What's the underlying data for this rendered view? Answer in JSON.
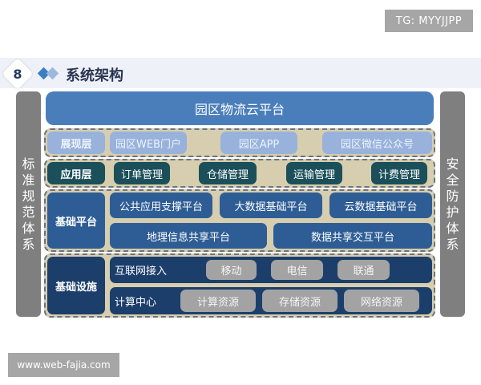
{
  "watermarks": {
    "top_right": "TG: MYYJJPP",
    "bottom_left": "www.web-fajia.com"
  },
  "header": {
    "number": "8",
    "title": "系统架构",
    "icon": "double-diamond-icon"
  },
  "sides": {
    "left": [
      "标",
      "准",
      "规",
      "范",
      "体",
      "系"
    ],
    "right": [
      "安",
      "全",
      "防",
      "护",
      "体",
      "系"
    ]
  },
  "top_platform": "园区物流云平台",
  "layers": {
    "presentation": {
      "label": "展现层",
      "items": [
        "园区WEB门户",
        "园区APP",
        "园区微信公众号"
      ]
    },
    "application": {
      "label": "应用层",
      "items": [
        "订单管理",
        "仓储管理",
        "运输管理",
        "计费管理"
      ]
    },
    "platform": {
      "label": "基础平台",
      "row1": [
        "公共应用支撑平台",
        "大数据基础平台",
        "云数据基础平台"
      ],
      "row2": [
        "地理信息共享平台",
        "数据共享交互平台"
      ]
    },
    "infrastructure": {
      "label": "基础设施",
      "internet": {
        "label": "互联网接入",
        "items": [
          "移动",
          "电信",
          "联通"
        ]
      },
      "compute": {
        "label": "计算中心",
        "items": [
          "计算资源",
          "存储资源",
          "网络资源"
        ]
      }
    }
  },
  "colors": {
    "top": "#4a7ebb",
    "presentation": "#98b2dc",
    "application": "#1b4f5a",
    "platform": "#2e5d95",
    "infrastructure": "#1c3e6b",
    "gap": "#d6ceae",
    "side": "#7f7f7f"
  }
}
